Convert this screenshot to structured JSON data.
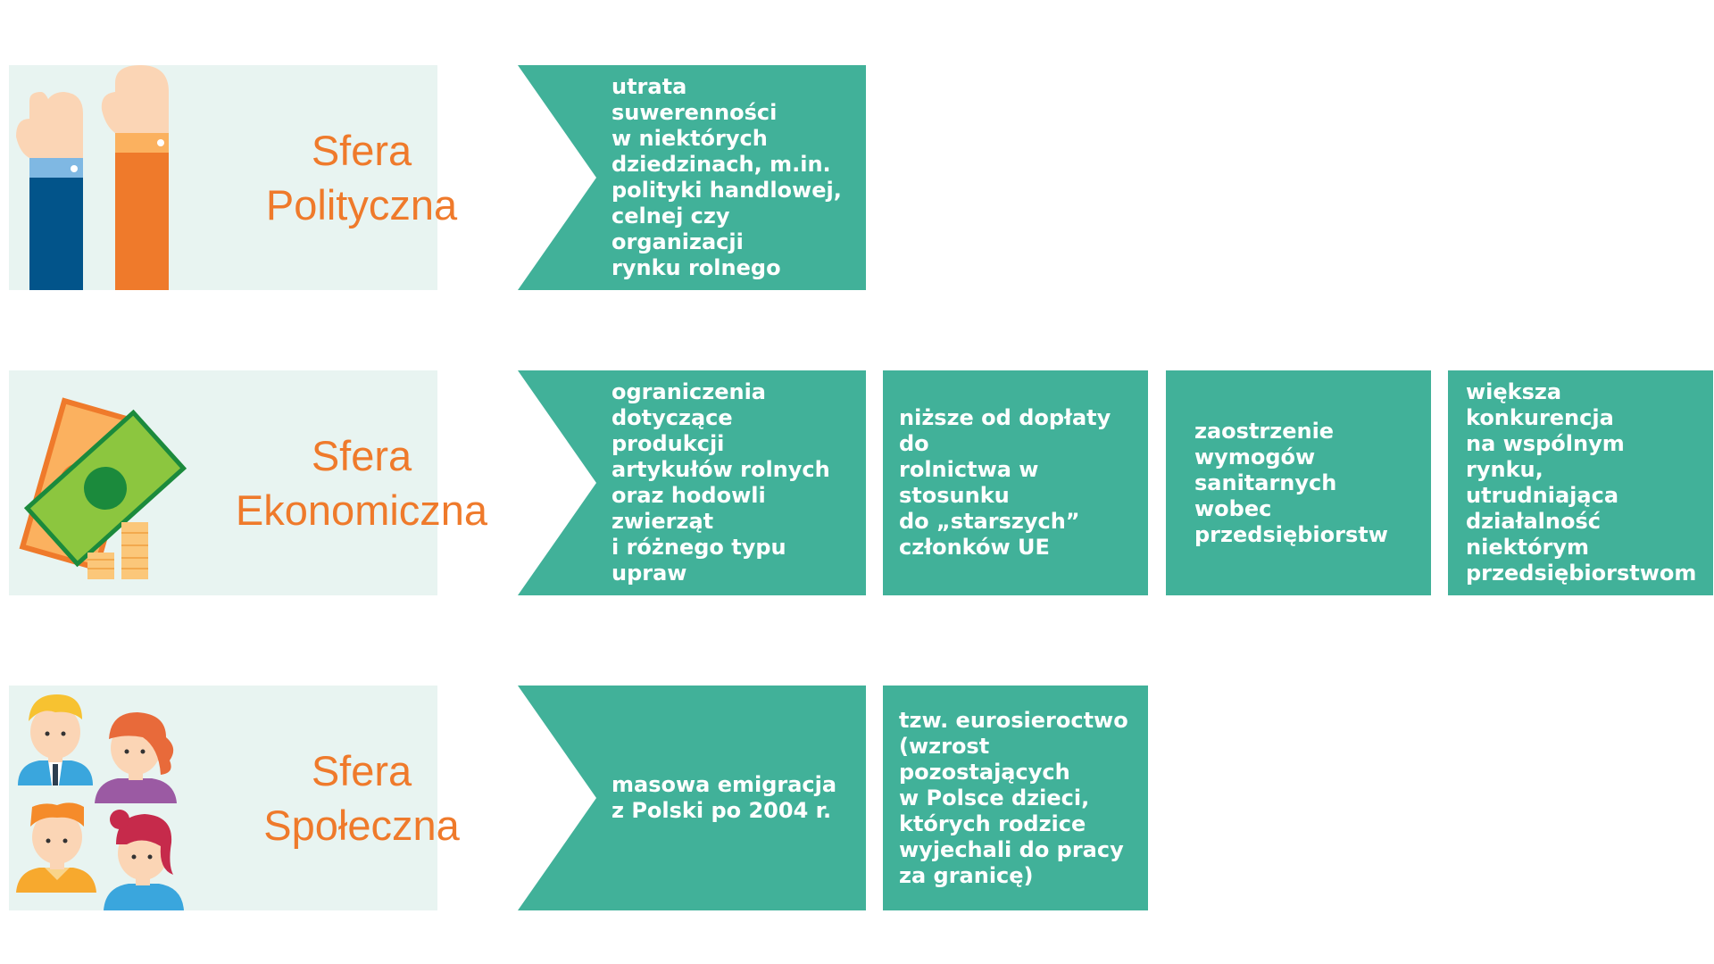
{
  "colors": {
    "accent_teal": "#41b199",
    "panel_bg": "#e8f4f1",
    "title_orange": "#ef7a2b"
  },
  "rows": [
    {
      "title_line1": "Sfera",
      "title_line2": "Polityczna",
      "icon": "raised-hands-icon",
      "main_lines": [
        "utrata suwerenności",
        "w niektórych",
        "dziedzinach, m.in.",
        "polityki handlowej,",
        "celnej czy organizacji",
        "rynku rolnego"
      ],
      "cards": []
    },
    {
      "title_line1": "Sfera",
      "title_line2": "Ekonomiczna",
      "icon": "money-coins-icon",
      "main_lines": [
        "ograniczenia",
        "dotyczące produkcji",
        "artykułów rolnych",
        "oraz hodowli zwierząt",
        "i różnego typu upraw"
      ],
      "cards": [
        {
          "lines": [
            "niższe od dopłaty do",
            "rolnictwa w stosunku",
            "do „starszych”",
            "członków UE"
          ]
        },
        {
          "lines": [
            "zaostrzenie",
            "wymogów",
            "sanitarnych wobec",
            "przedsiębiorstw"
          ]
        },
        {
          "lines": [
            "większa konkurencja",
            "na wspólnym rynku,",
            "utrudniająca",
            "działalność",
            "niektórym",
            "przedsiębiorstwom"
          ]
        }
      ]
    },
    {
      "title_line1": "Sfera",
      "title_line2": "Społeczna",
      "icon": "people-group-icon",
      "main_lines": [
        "masowa emigracja",
        "z Polski po 2004 r."
      ],
      "cards": [
        {
          "lines": [
            "tzw. eurosieroctwo",
            "(wzrost pozostających",
            "w Polsce dzieci,",
            "których rodzice",
            "wyjechali do pracy",
            "za granicę)"
          ]
        }
      ]
    }
  ]
}
